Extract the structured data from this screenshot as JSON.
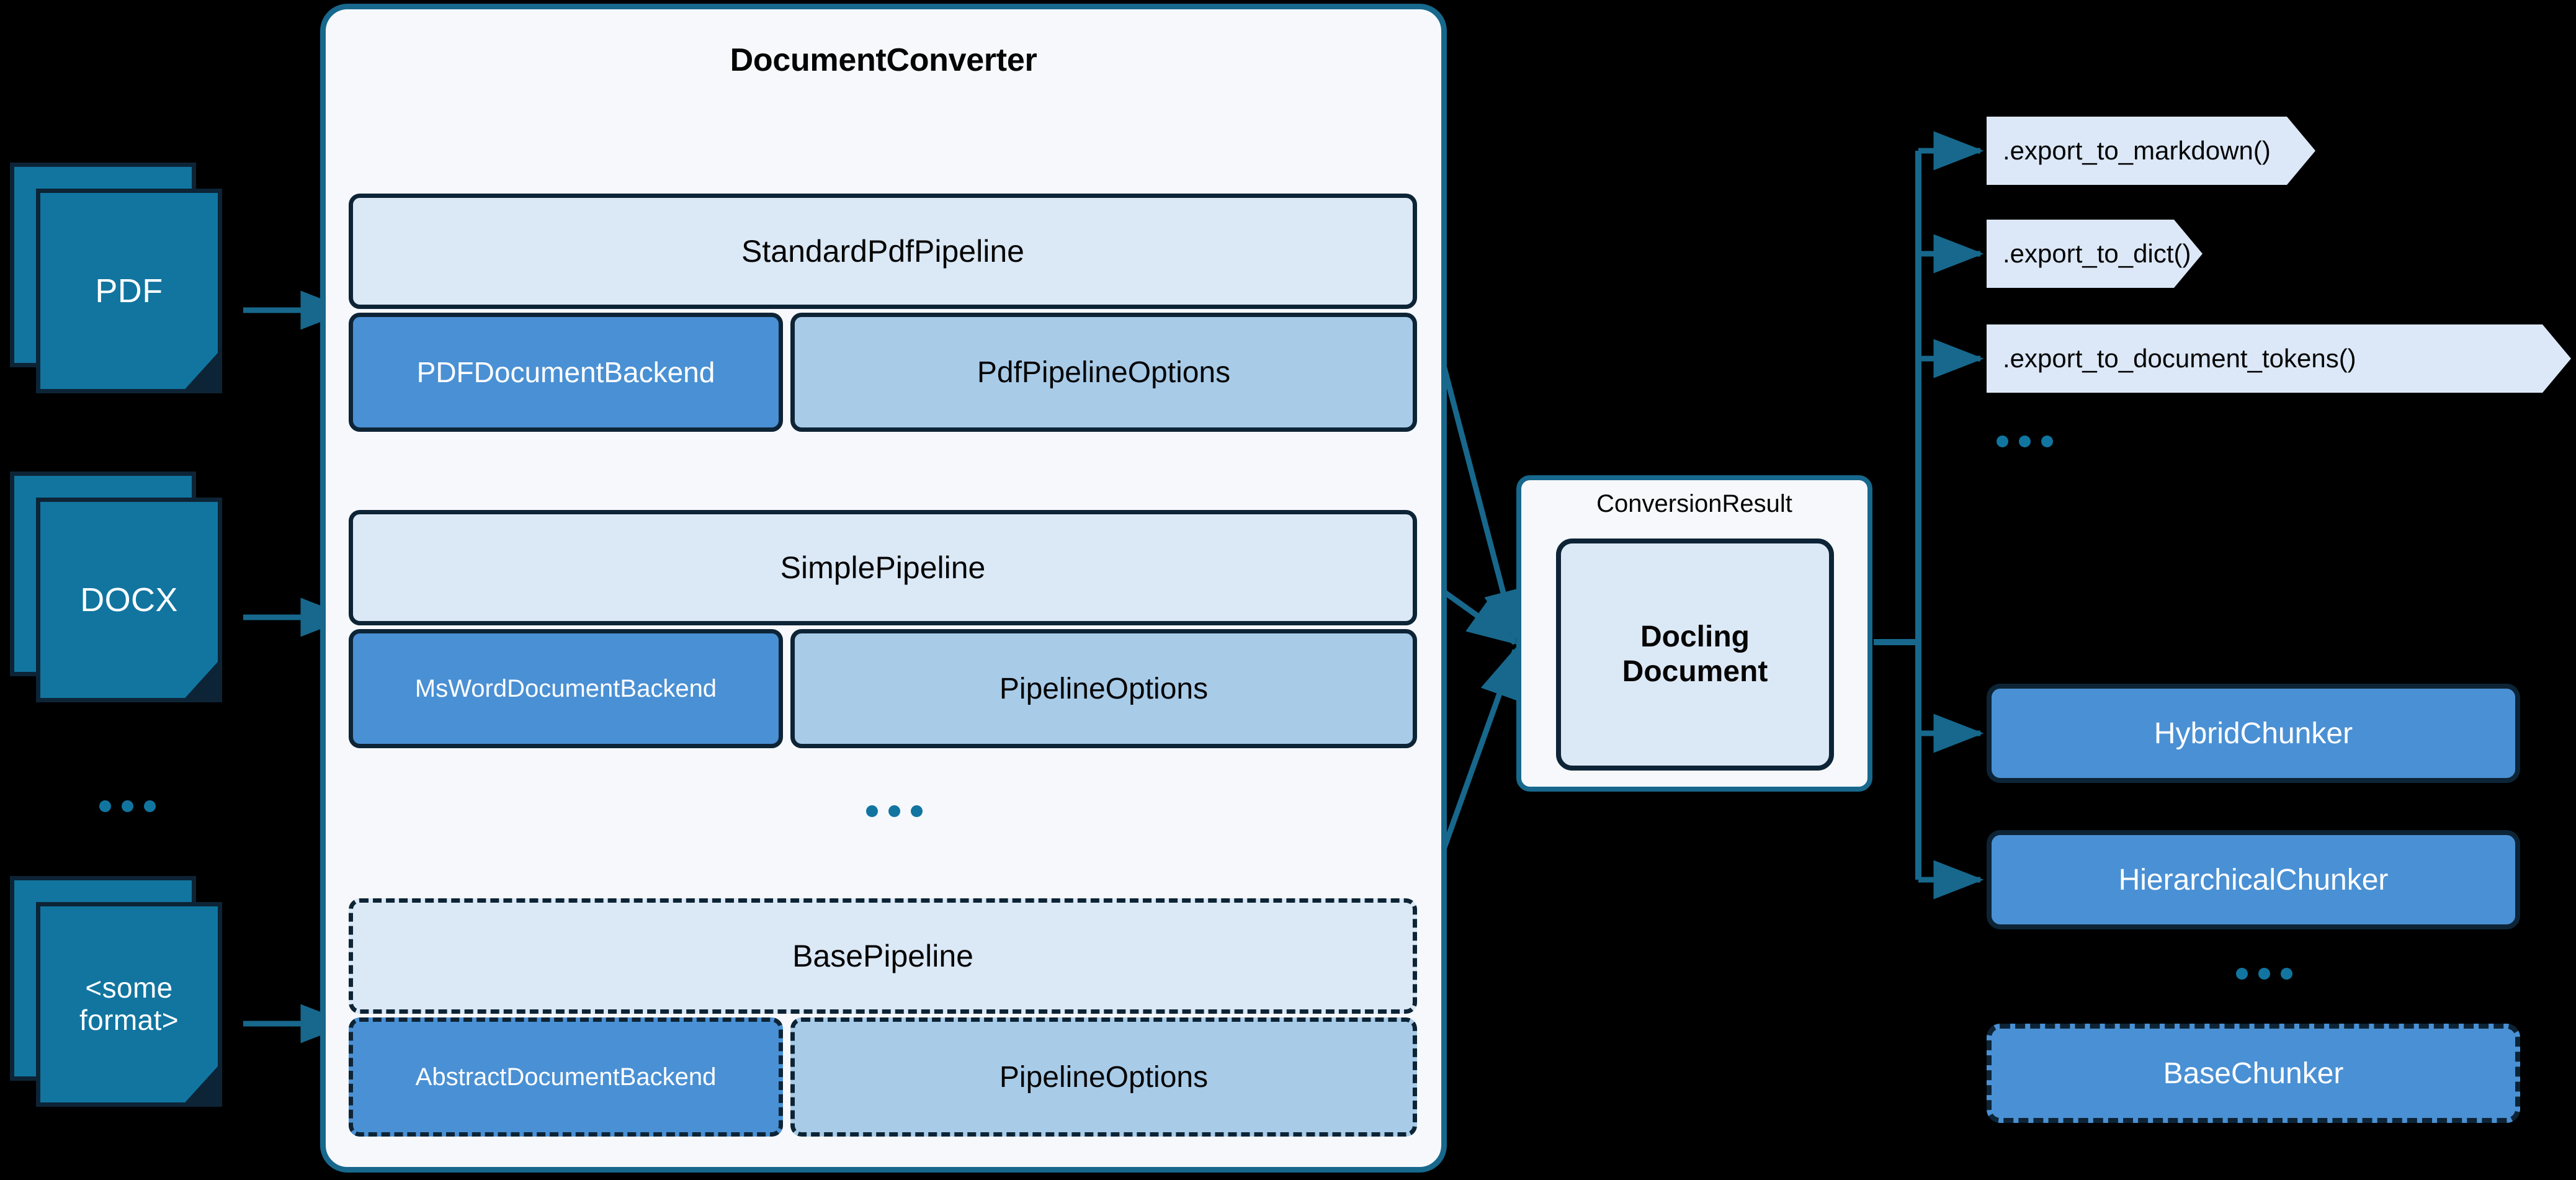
{
  "diagram": {
    "title": "DocumentConverter",
    "ellipsis_glyph": "..."
  },
  "colors": {
    "background": "#000000",
    "panel_fill": "#f6f8fc",
    "panel_border": "#17688c",
    "pipeline_head_fill": "#dbe8f5",
    "backend_fill": "#4a90d4",
    "options_fill": "#a8cbe8",
    "doc_icon_fill": "#1175a0",
    "doc_icon_border": "#0d2436",
    "edge_color": "#17688c",
    "export_fill": "#dce8f7",
    "text_dark": "#050505",
    "text_light": "#ffffff"
  },
  "inputs": {
    "items": [
      {
        "label": "PDF",
        "icon": "document-stack-icon"
      },
      {
        "label": "DOCX",
        "icon": "document-stack-icon"
      },
      {
        "label": "<some\nformat>",
        "icon": "document-stack-icon"
      }
    ],
    "ellipsis": "..."
  },
  "converter": {
    "title": "DocumentConverter",
    "ellipsis": "...",
    "pipelines": [
      {
        "name": "StandardPdfPipeline",
        "backend": "PDFDocumentBackend",
        "options": "PdfPipelineOptions",
        "abstract": false
      },
      {
        "name": "SimplePipeline",
        "backend": "MsWordDocumentBackend",
        "options": "PipelineOptions",
        "abstract": false
      },
      {
        "name": "BasePipeline",
        "backend": "AbstractDocumentBackend",
        "options": "PipelineOptions",
        "abstract": true
      }
    ]
  },
  "result": {
    "label": "ConversionResult",
    "document": "Docling\nDocument"
  },
  "exports": {
    "items": [
      {
        "label": ".export_to_markdown()"
      },
      {
        "label": ".export_to_dict()"
      },
      {
        "label": ".export_to_document_tokens()"
      }
    ],
    "ellipsis": "..."
  },
  "chunkers": {
    "items": [
      {
        "label": "HybridChunker",
        "abstract": false
      },
      {
        "label": "HierarchicalChunker",
        "abstract": false
      },
      {
        "label": "BaseChunker",
        "abstract": true
      }
    ],
    "ellipsis": "..."
  }
}
